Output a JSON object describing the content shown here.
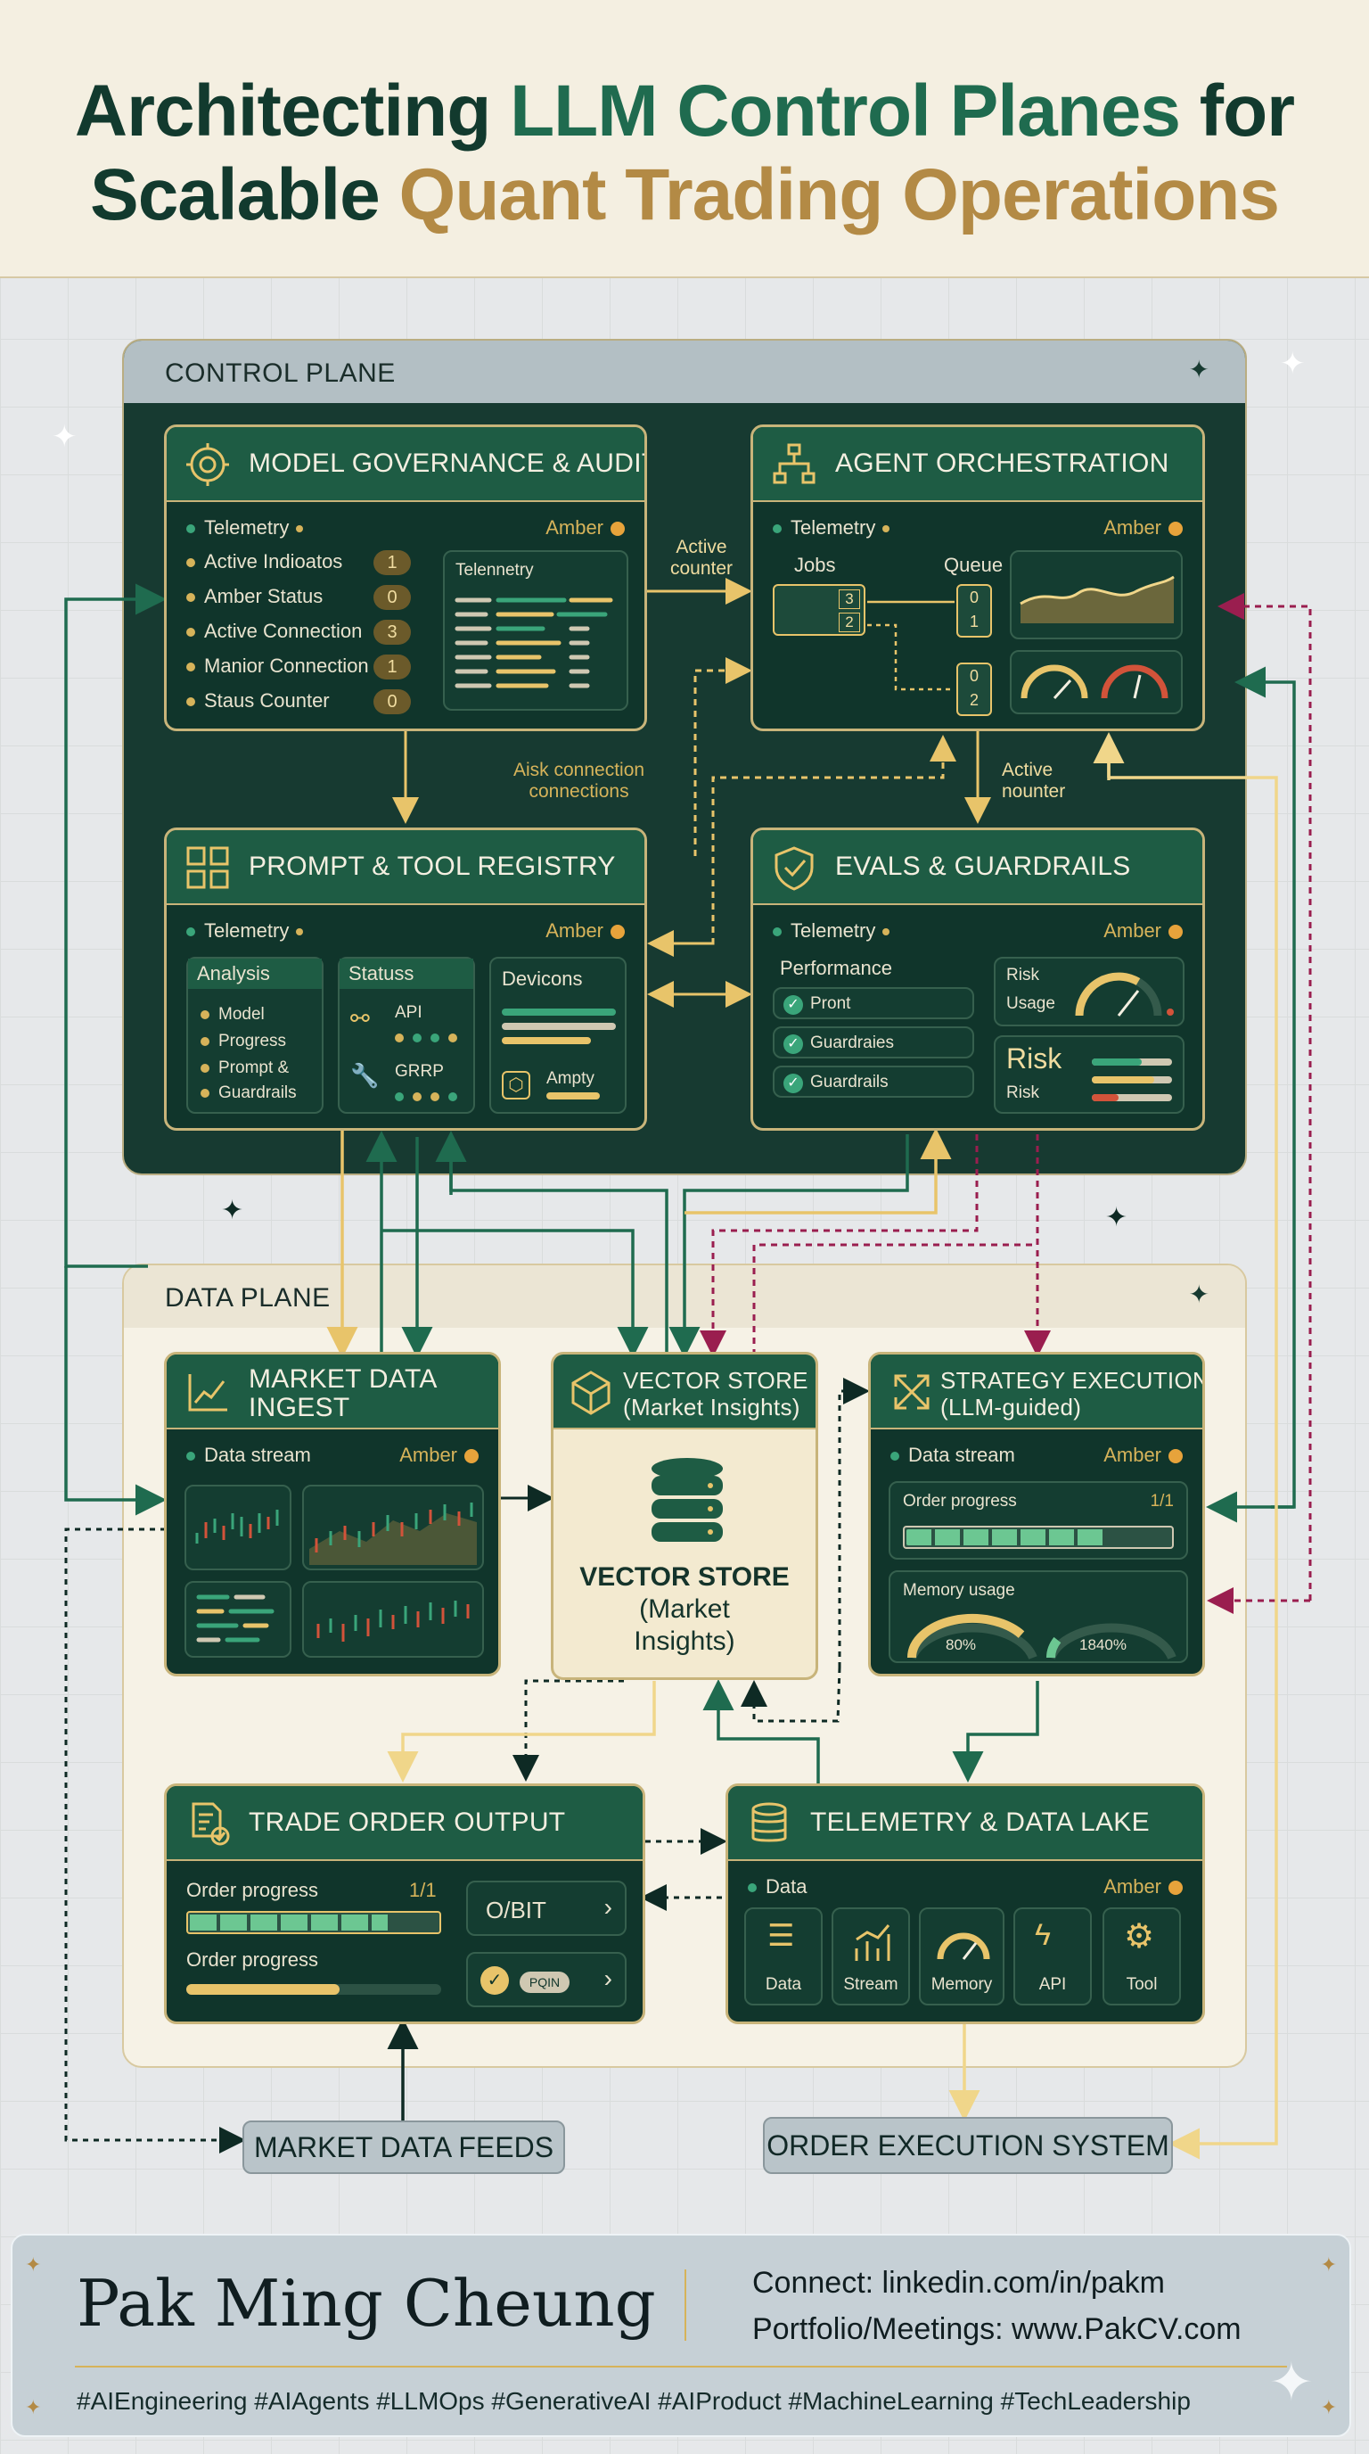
{
  "title": {
    "line1_pre": "Architecting ",
    "line1_accent": "LLM Control Planes",
    "line1_post": " for",
    "line2_pre": "Scalable ",
    "line2_accent": "Quant Trading Operations"
  },
  "control_plane": {
    "label": "CONTROL PLANE"
  },
  "data_plane": {
    "label": "DATA PLANE"
  },
  "common": {
    "telemetry": "Telemetry",
    "amber": "Amber",
    "data_stream": "Data stream"
  },
  "governance": {
    "title": "MODEL GOVERNANCE & AUDIT",
    "rows": [
      {
        "label": "Active Indioatos",
        "value": "1"
      },
      {
        "label": "Amber Status",
        "value": "0"
      },
      {
        "label": "Active Connection",
        "value": "3"
      },
      {
        "label": "Manior Connection",
        "value": "1"
      },
      {
        "label": "Staus Counter",
        "value": "0"
      }
    ],
    "panel_title": "Telennetry"
  },
  "orchestration": {
    "title": "AGENT ORCHESTRATION",
    "jobs": "Jobs",
    "queue": "Queue",
    "job_counts": [
      "3",
      "2"
    ],
    "queue_a": [
      "0",
      "1"
    ],
    "queue_b": [
      "0",
      "2"
    ]
  },
  "registry": {
    "title": "PROMPT & TOOL REGISTRY",
    "analysis": {
      "title": "Analysis",
      "items": [
        "Model",
        "Progress",
        "Prompt &",
        "Guardrails"
      ]
    },
    "status": {
      "title": "Statuss",
      "api": "API",
      "grrp": "GRRP"
    },
    "devices": {
      "title": "Devicons",
      "empty": "Ampty"
    }
  },
  "evals": {
    "title": "EVALS & GUARDRAILS",
    "performance": "Performance",
    "checks": [
      "Pront",
      "Guardraies",
      "Guardrails"
    ],
    "risk": "Risk",
    "usage": "Usage",
    "risk_big": "Risk",
    "risk_small": "Risk"
  },
  "connectors": {
    "active_counter": [
      "Active",
      "counter"
    ],
    "active_nounter": [
      "Active",
      "nounter"
    ],
    "aisk": [
      "Aisk connection",
      "connections"
    ]
  },
  "market_ingest": {
    "title": [
      "MARKET DATA",
      "INGEST"
    ]
  },
  "vector_store": {
    "title": [
      "VECTOR STORE",
      "(Market Insights)"
    ],
    "body": [
      "VECTOR STORE",
      "(Market",
      "Insights)"
    ]
  },
  "strategy": {
    "title": [
      "STRATEGY EXECUTION",
      "(LLM-guided)"
    ],
    "order_progress": "Order progress",
    "order_ratio": "1/1",
    "order_fraction": 0.75,
    "memory_usage": "Memory usage",
    "gauge1": "80%",
    "gauge1_value": 0.8,
    "gauge2": "1840%",
    "gauge2_value": 0.15
  },
  "trade_output": {
    "title": "TRADE ORDER OUTPUT",
    "order_progress": "Order progress",
    "order_ratio": "1/1",
    "order_progress2": "Order progress",
    "fraction1": 0.8,
    "fraction2": 0.6,
    "btn1": "O/BIT",
    "btn2": "PQIN"
  },
  "telemetry_lake": {
    "title": "TELEMETRY & DATA LAKE",
    "data": "Data",
    "tiles": [
      "Data",
      "Stream",
      "Memory",
      "API",
      "Tool"
    ]
  },
  "externals": {
    "feeds": "MARKET DATA FEEDS",
    "oes": "ORDER EXECUTION SYSTEM"
  },
  "footer": {
    "name": "Pak Ming Cheung",
    "connect": "Connect: linkedin.com/in/pakm",
    "portfolio": "Portfolio/Meetings: www.PakCV.com",
    "hashtags": "#AIEngineering #AIAgents #LLMOps #GenerativeAI #AIProduct #MachineLearning #TechLeadership"
  },
  "colors": {
    "dark_green": "#123a2e",
    "green": "#1f6b4f",
    "gold": "#b38a45",
    "amber": "#e7a33b",
    "magenta": "#9a1e4f"
  }
}
